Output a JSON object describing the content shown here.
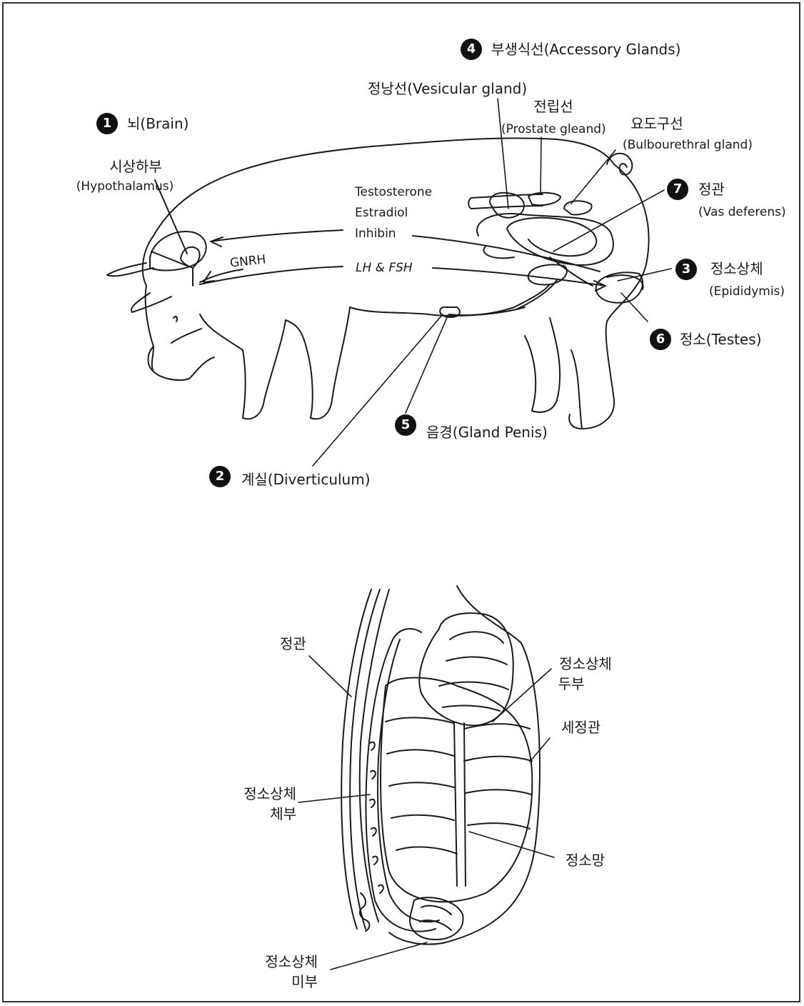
{
  "brain": {
    "num": "1",
    "label": "뇌(Brain)"
  },
  "hypothalamus": {
    "ko": "시상하부",
    "en": "(Hypothalamus)"
  },
  "hormones": {
    "gnrh": "GNRH",
    "testosterone": "Testosterone",
    "estradiol": "Estradiol",
    "inhibin": "Inhibin",
    "lh_fsh": "LH & FSH"
  },
  "accessory": {
    "num": "4",
    "label": "부생식선(Accessory Glands)"
  },
  "vesicular": "정낭선(Vesicular gland)",
  "prostate": {
    "ko": "전립선",
    "en": "(Prostate gleand)"
  },
  "bulbourethral": {
    "ko": "요도구선",
    "en": "(Bulbourethral gland)"
  },
  "vas_deferens": {
    "num": "7",
    "ko": "정관",
    "en": "(Vas deferens)"
  },
  "epididymis": {
    "num": "3",
    "ko": "정소상체",
    "en": "(Epididymis)"
  },
  "testes": {
    "num": "6",
    "label": "정소(Testes)"
  },
  "penis": {
    "num": "5",
    "label": "음경(Gland Penis)"
  },
  "diverticulum": {
    "num": "2",
    "label": "계실(Diverticulum)"
  },
  "bottom": {
    "vas_deferens": "정관",
    "epid_head_1": "정소상체",
    "epid_head_2": "두부",
    "seminiferous": "세정관",
    "epid_body_1": "정소상체",
    "epid_body_2": "체부",
    "rete_testis": "정소망",
    "epid_tail_1": "정소상체",
    "epid_tail_2": "미부"
  }
}
